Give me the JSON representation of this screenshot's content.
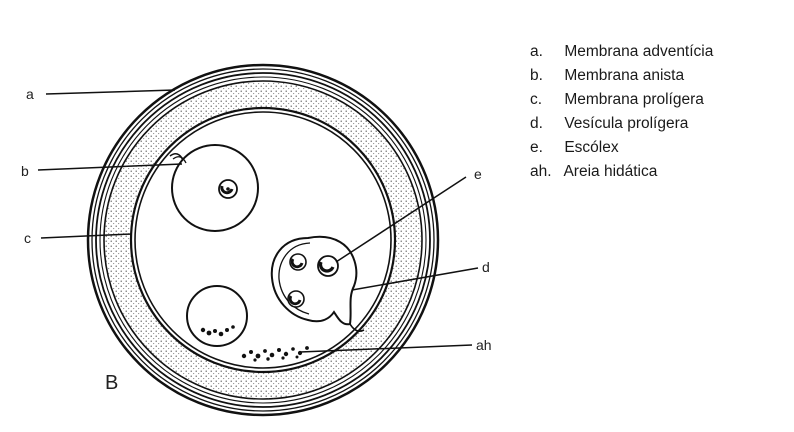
{
  "figure": {
    "panel_letter": "B",
    "callouts": [
      "a",
      "b",
      "c",
      "e",
      "d",
      "ah"
    ]
  },
  "legend": [
    {
      "key": "a.",
      "text": "Membrana  adventícia"
    },
    {
      "key": "b.",
      "text": "Membrana  anista"
    },
    {
      "key": "c.",
      "text": "Membrana prolígera"
    },
    {
      "key": "d.",
      "text": "Vesícula prolígera"
    },
    {
      "key": "e.",
      "text": "Escólex"
    },
    {
      "key": "ah.",
      "text": "Areia hidática"
    }
  ]
}
